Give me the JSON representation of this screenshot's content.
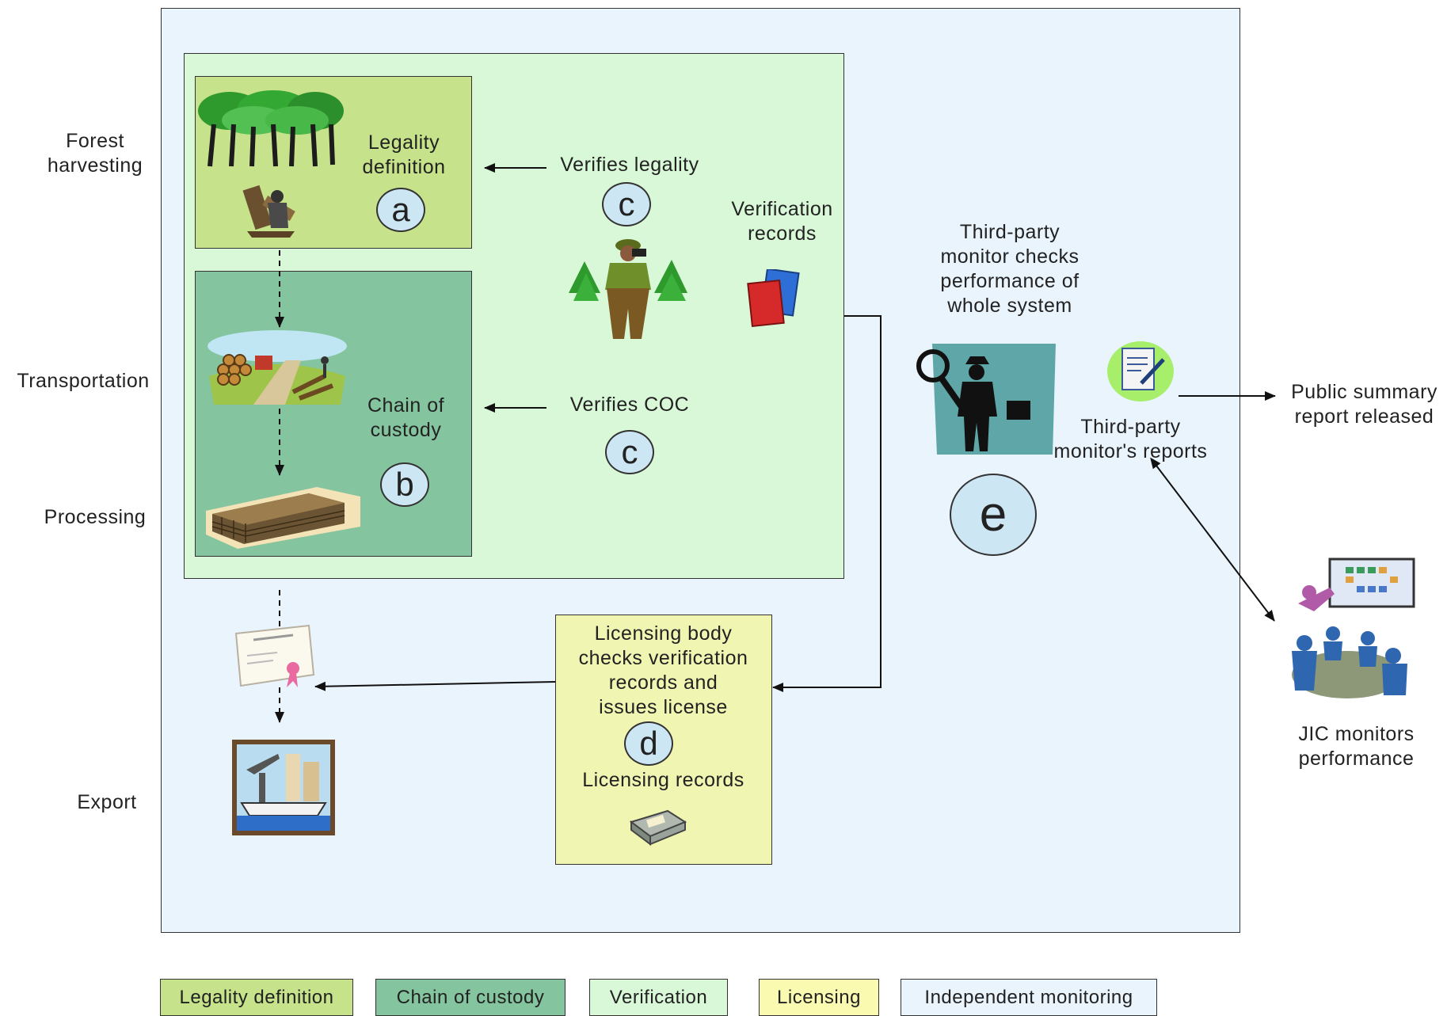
{
  "stages": {
    "forest_harvesting": "Forest\nharvesting",
    "transportation": "Transportation",
    "processing": "Processing",
    "export": "Export"
  },
  "boxes": {
    "legality": {
      "label": "Legality\ndefinition",
      "marker": "a"
    },
    "custody": {
      "label": "Chain of\ncustody",
      "marker": "b"
    },
    "licensing": {
      "label": "Licensing body\nchecks verification\nrecords and\nissues license",
      "marker": "d",
      "records": "Licensing records"
    }
  },
  "verification": {
    "verifies_legality": "Verifies legality",
    "verifies_coc": "Verifies COC",
    "marker": "c",
    "records": "Verification\nrecords"
  },
  "monitor": {
    "text": "Third-party\nmonitor checks\nperformance of\nwhole system",
    "marker": "e",
    "reports": "Third-party\nmonitor's reports",
    "public_summary": "Public summary\nreport released",
    "jic": "JIC monitors\nperformance"
  },
  "legend": [
    {
      "label": "Legality definition",
      "color": "#c6e28a"
    },
    {
      "label": "Chain of custody",
      "color": "#84c49e"
    },
    {
      "label": "Verification",
      "color": "#d8f8d8"
    },
    {
      "label": "Licensing",
      "color": "#fafab0"
    },
    {
      "label": "Independent monitoring",
      "color": "#eaf4fd"
    }
  ],
  "colors": {
    "outer": "#eaf4fd",
    "verification": "#d8f8d8",
    "legality": "#c6e28a",
    "custody": "#84c49e",
    "licensing": "#f0f5b2",
    "marker": "#cde6f3"
  }
}
